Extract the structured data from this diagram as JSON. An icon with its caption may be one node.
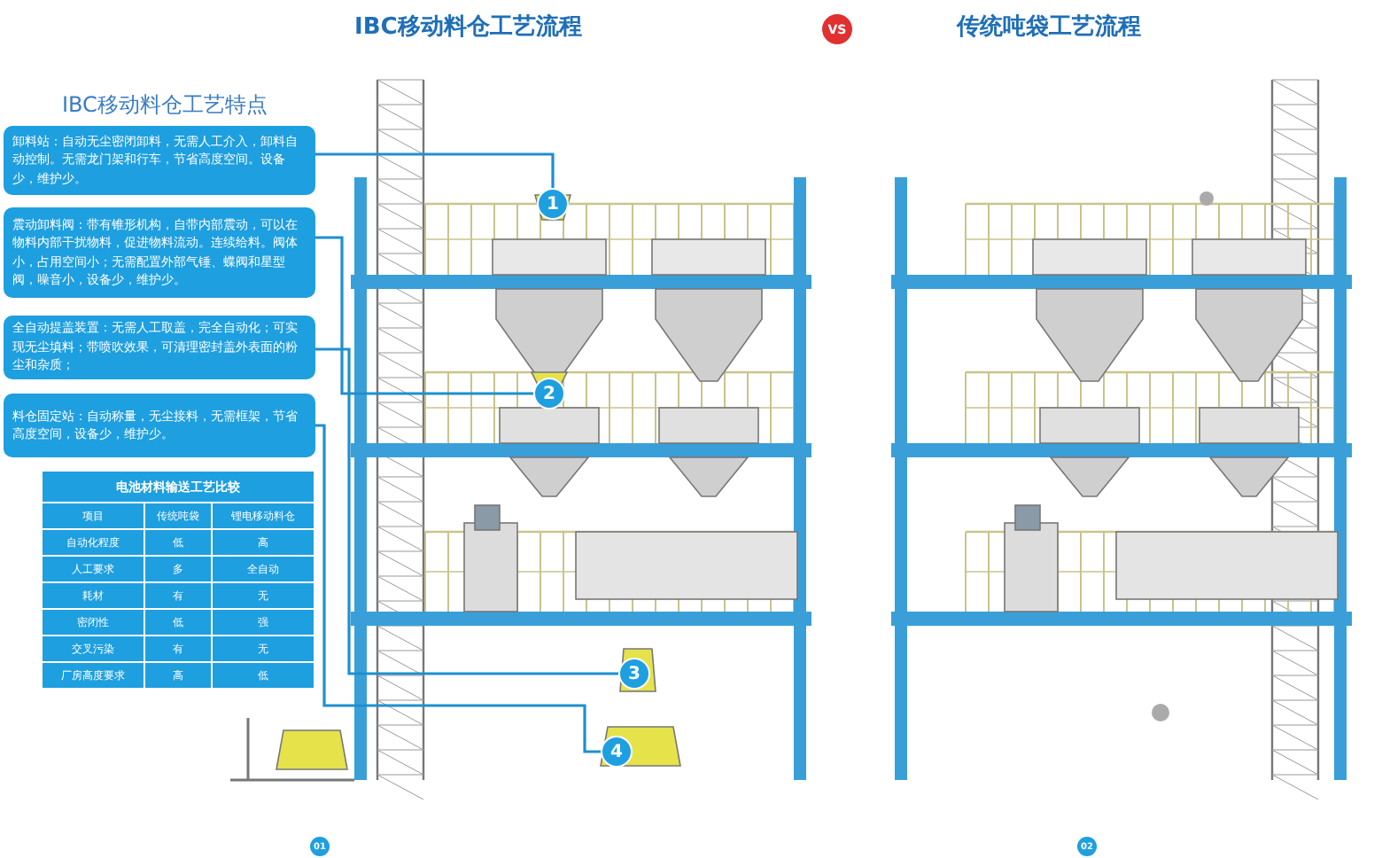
{
  "diagram": {
    "nodes": [
      {
        "text": [
          "卸料站：自动无尘密闭卸料，无需人工介入，卸料自动控制。无需龙门架和行车，节省高度空间。设备少，维护少。"
        ]
      },
      {
        "text": [
          "震动卸料阀：带有锥形机构，自带内部震动，可以在物料内部干扰物料，促进物料流动。连续给料。阀体小，占用空间小；无需配置外部气锤、蝶阀和星型阀，噪音小，设备少，维护少。"
        ]
      },
      {
        "text": [
          "全自动提盖装置：无需人工取盖，完全自动化；可实现无尘填料；带喷吹效果，可清理密封盖外表面的粉尘和杂质；"
        ]
      },
      {
        "text": [
          "料仓固定站：自动称量，无尘接料，无需框架，节省高度空间，设备少，维护少。"
        ]
      },
      {
        "text": [
          "1"
        ]
      },
      {
        "text": [
          "2"
        ]
      },
      {
        "text": [
          "3"
        ]
      },
      {
        "text": [
          "4"
        ]
      },
      {
        "text": [
          "VS"
        ]
      },
      {
        "text": [
          "01"
        ]
      },
      {
        "text": [
          "02"
        ]
      }
    ],
    "edges": [
      {
        "from": 0,
        "to": 4,
        "arrow": "none"
      },
      {
        "from": 1,
        "to": 5,
        "arrow": "none"
      },
      {
        "from": 2,
        "to": 6,
        "arrow": "none"
      },
      {
        "from": 3,
        "to": 7,
        "arrow": "none"
      }
    ],
    "labels": [
      "IBC移动料仓工艺流程",
      "传统吨袋工艺流程",
      "IBC移动料仓工艺特点",
      "电池材料输送工艺比较",
      "项目",
      "传统吨袋",
      "锂电移动料仓",
      "自动化程度",
      "低",
      "高",
      "人工要求",
      "多",
      "全自动",
      "耗材",
      "有",
      "无",
      "密闭性",
      "低",
      "强",
      "交叉污染",
      "有",
      "无",
      "厂房高度要求",
      "高",
      "低"
    ]
  }
}
